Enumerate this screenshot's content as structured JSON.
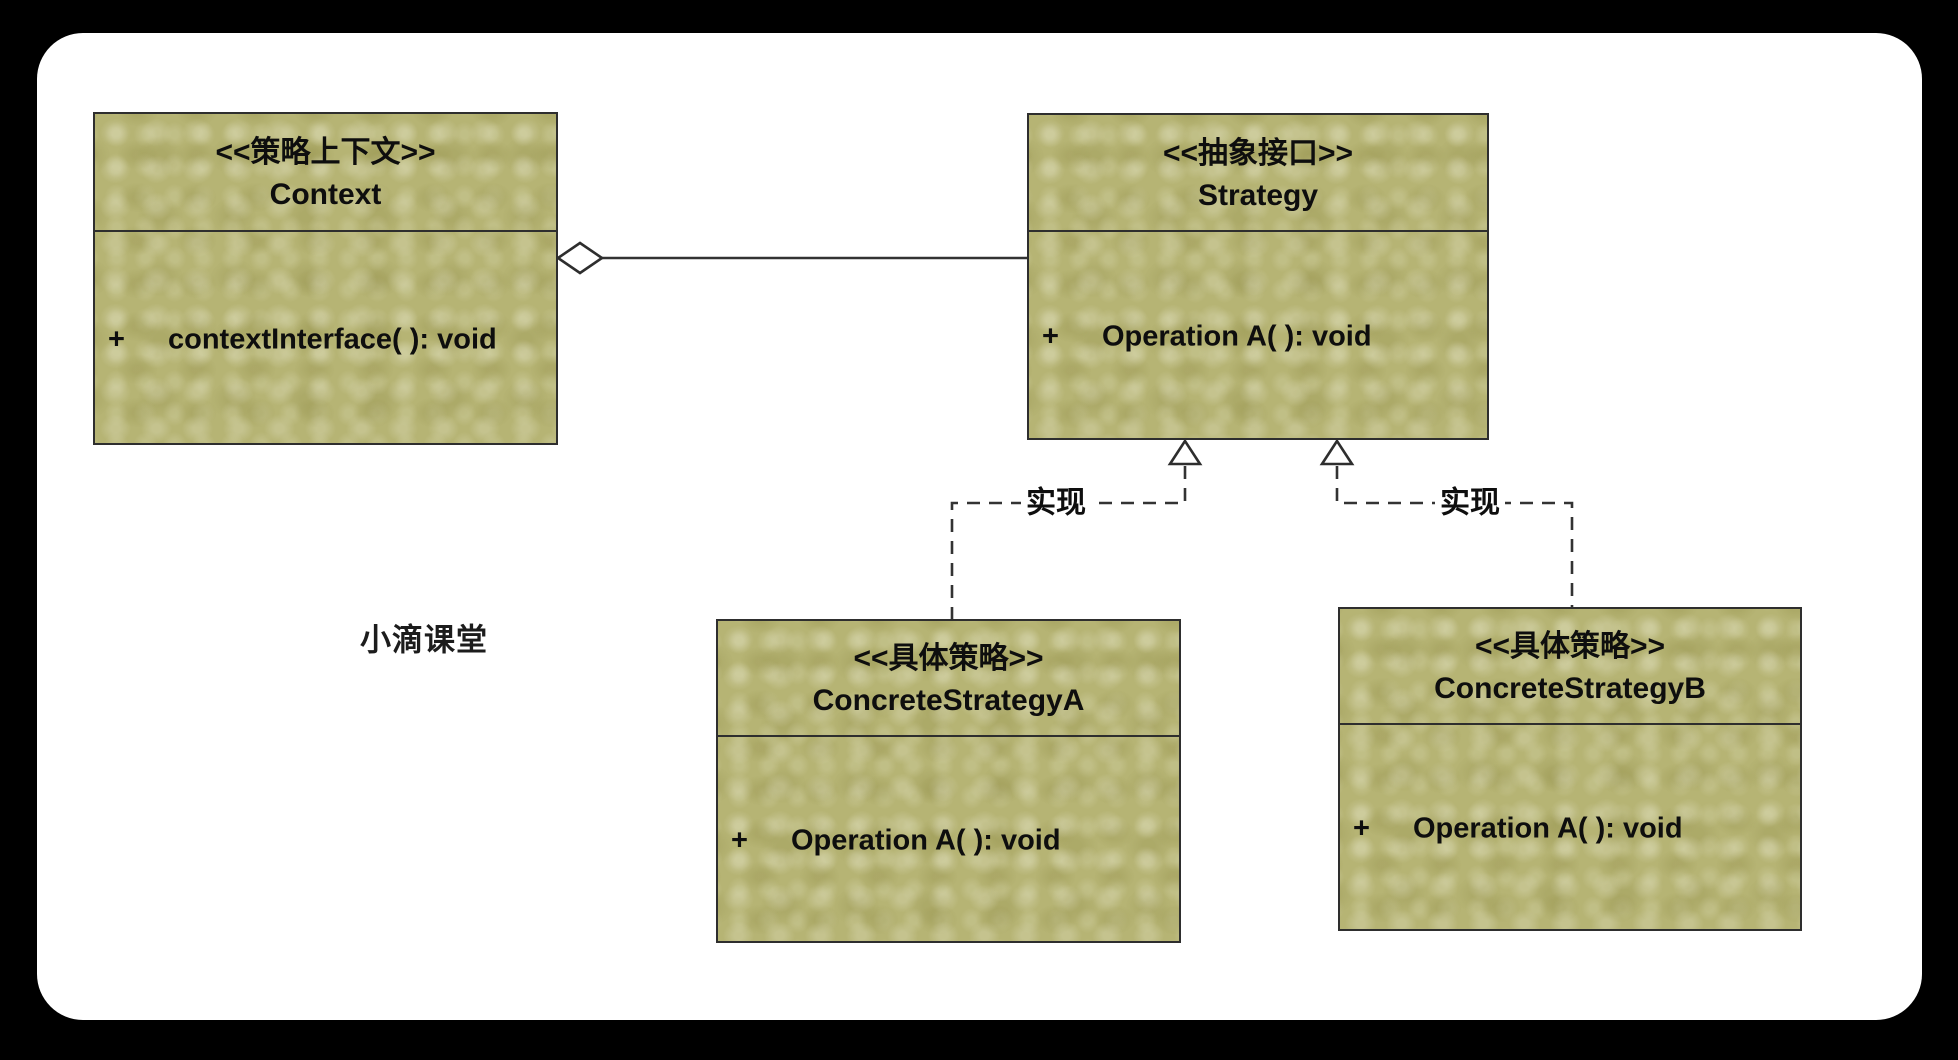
{
  "classes": [
    {
      "stereotype": "<<策略上下文>>",
      "name": "Context",
      "visibility": "+",
      "method": "contextInterface( ): void"
    },
    {
      "stereotype": "<<抽象接口>>",
      "name": "Strategy",
      "visibility": "+",
      "method": "Operation A( ): void"
    },
    {
      "stereotype": "<<具体策略>>",
      "name": "ConcreteStrategyA",
      "visibility": "+",
      "method": "Operation A( ): void"
    },
    {
      "stereotype": "<<具体策略>>",
      "name": "ConcreteStrategyB",
      "visibility": "+",
      "method": "Operation A( ): void"
    }
  ],
  "connectors": {
    "aggregation": {
      "kind": "aggregation"
    },
    "realization_a": {
      "kind": "realization",
      "label": "实现"
    },
    "realization_b": {
      "kind": "realization",
      "label": "实现"
    }
  },
  "watermark": "小滴课堂",
  "colors": {
    "frame": "#000000",
    "canvas": "#ffffff",
    "box_fill": "#b6b474",
    "box_border": "#2e2e2e",
    "line_color": "#333333",
    "text": "#0e0e0e"
  }
}
